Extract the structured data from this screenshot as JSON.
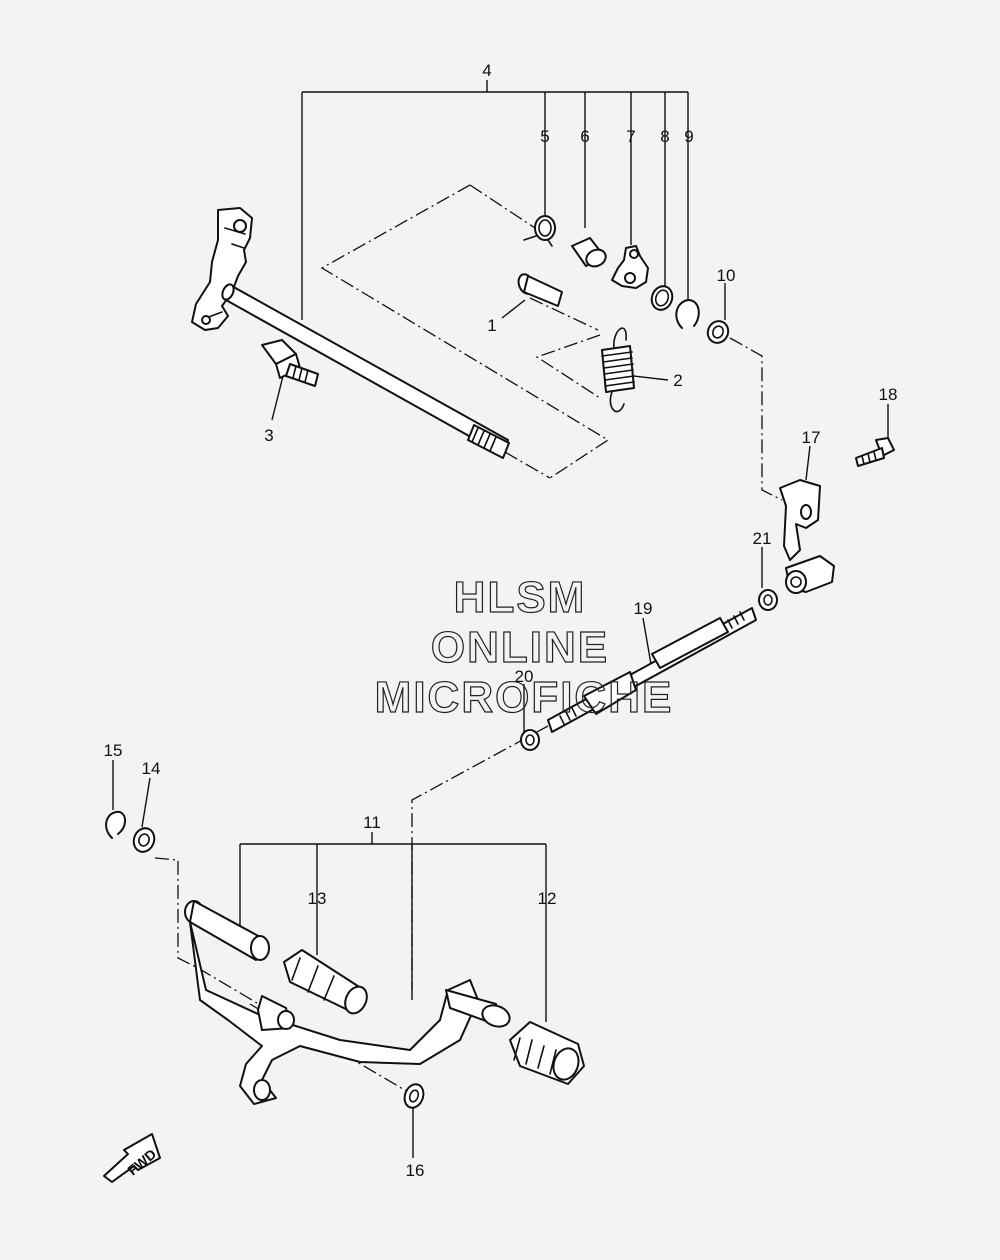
{
  "callouts": {
    "c1": "1",
    "c2": "2",
    "c3": "3",
    "c4": "4",
    "c5": "5",
    "c6": "6",
    "c7": "7",
    "c8": "8",
    "c9": "9",
    "c10": "10",
    "c11": "11",
    "c12": "12",
    "c13": "13",
    "c14": "14",
    "c15": "15",
    "c16": "16",
    "c17": "17",
    "c18": "18",
    "c19": "19",
    "c20": "20",
    "c21": "21"
  },
  "watermark": {
    "line1": "HLSM",
    "line2": "ONLINE",
    "line3": "MICROFICHE"
  },
  "direction_label": "FWD"
}
